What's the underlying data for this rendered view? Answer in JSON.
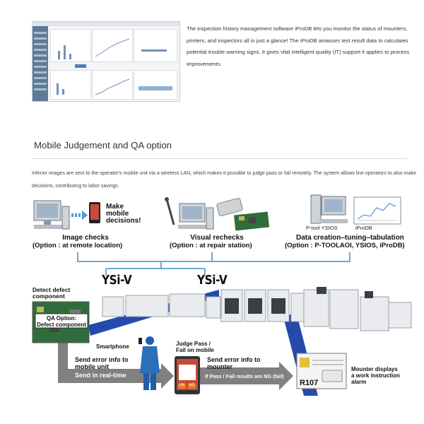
{
  "intro_paragraph": "The inspection history management software iProDB lets you monitor the status of mounters, printers, and inspectors all in just a glance! The iProDB amasses test result data to calculates potential trouble warning signs. It gives vital intelligent quality (IT) support it applies to process improvements.",
  "section": {
    "title": "Mobile Judgement and QA option",
    "description": "Inferior images are sent to the operator's mobile unit via a wireless LAN, which makes it possible to judge pass or fail remotely. The system allows line operators to also make decisions, contributing to labor savings."
  },
  "diagram": {
    "make_mobile_decisions": "Make\nmobile\ndecisions!",
    "image_checks": {
      "title": "Image checks",
      "sub": "(Option : at remote location)"
    },
    "visual_rechecks": {
      "title": "Visual rechecks",
      "sub": "(Option : at repair station)"
    },
    "data_creation": {
      "title": "Data creation–tuning–tabulation",
      "sub": "(Option : P-TOOLAOI, YSIOS,  iProDB)"
    },
    "ptool_label": "P-tool YSIOS",
    "iprodb_label": "iProDB",
    "ysi_left": "YSi-V",
    "ysi_right": "YSi-V",
    "detect_defect": "Detect defect\ncomponent",
    "qa_option": "QA Option:\nDefect component",
    "smartphone": "Smartphone",
    "judge_pass": "Judge Pass /\nFail on mobile",
    "send_error_mobile": "Send error info to\nmobile unit",
    "send_realtime": "Send in real-time",
    "send_error_mounter": "Send error info to\nmounter",
    "pass_fail_ng": "If Pass / Fail results are NG (fail)",
    "mounter_displays": "Mounter displays\na work instruction\nalarm",
    "r107": "R107",
    "ok": "OK",
    "ng": "NG"
  },
  "colors": {
    "arrow_gray": "#808080",
    "blue_beam": "#1a3fa8",
    "bracket_blue": "#6aa9d8",
    "machine_white": "#e9ebee"
  }
}
